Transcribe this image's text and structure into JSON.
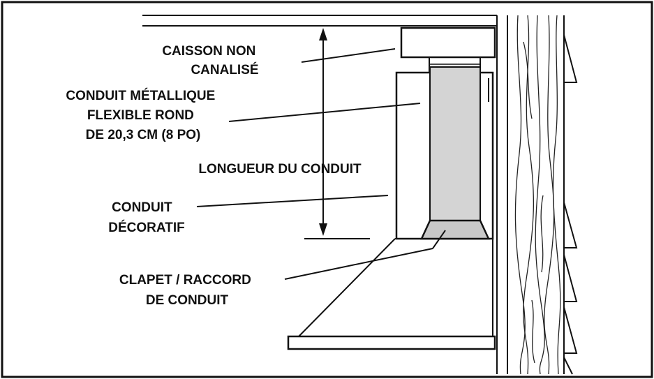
{
  "labels": {
    "non_ducted_box": [
      "CAISSON NON",
      "CANALISÉ"
    ],
    "flex_duct": [
      "CONDUIT MÉTALLIQUE",
      "FLEXIBLE ROND",
      "DE 20,3 CM (8 PO)"
    ],
    "duct_length": [
      "LONGUEUR DU CONDUIT"
    ],
    "decorative_duct": [
      "CONDUIT",
      "DÉCORATIF"
    ],
    "damper": [
      "CLAPET / RACCORD",
      "DE CONDUIT"
    ]
  },
  "colors": {
    "ink": "#111111",
    "duct_fill": "#d4d4d4",
    "damper_fill": "#c8c8c8",
    "background": "#ffffff"
  }
}
